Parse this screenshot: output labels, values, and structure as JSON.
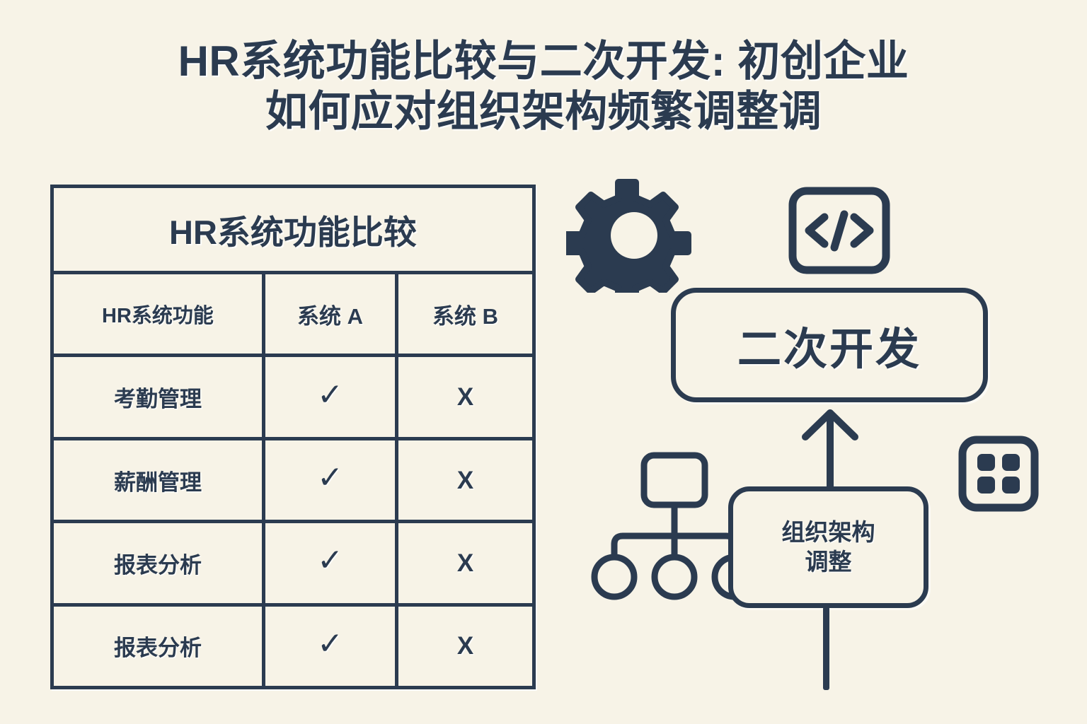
{
  "page": {
    "background_color": "#f7f3e7",
    "ink_color": "#2b3b50"
  },
  "title": {
    "line1": "HR系统功能比较与二次开发: 初创企业",
    "line2": "如何应对组织架构频繁调整调"
  },
  "table": {
    "caption": "HR系统功能比较",
    "columns": [
      "HR系统功能",
      "系统 A",
      "系统 B"
    ],
    "rows": [
      {
        "feature": "考勤管理",
        "system_a": "✓",
        "system_b": "X"
      },
      {
        "feature": "薪酬管理",
        "system_a": "✓",
        "system_b": "X"
      },
      {
        "feature": "报表分析",
        "system_a": "✓",
        "system_b": "X"
      },
      {
        "feature": "报表分析",
        "system_a": "✓",
        "system_b": "X"
      }
    ]
  },
  "diagram": {
    "gear_icon_name": "gear-icon",
    "code_icon_name": "code-brackets-icon",
    "code_icon_glyph": "</>",
    "grid_icon_name": "grid-modules-icon",
    "orgchart_icon_name": "org-chart-icon",
    "arrow_icon_name": "arrow-up-icon",
    "dev_box_label": "二次开发",
    "org_box_line1": "组织架构",
    "org_box_line2": "调整"
  }
}
